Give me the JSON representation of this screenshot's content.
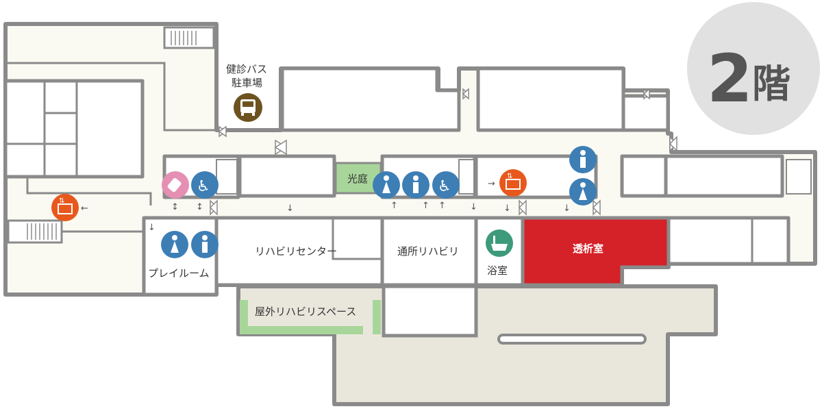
{
  "floor": {
    "number": "2",
    "kanji": "階"
  },
  "labels": {
    "bus_parking_line1": "健診バス",
    "bus_parking_line2": "駐車場",
    "courtyard": "光庭",
    "rehab_center": "リハビリセンター",
    "day_rehab": "通所リハビリ",
    "bathroom": "浴室",
    "dialysis": "透析室",
    "playroom": "プレイルーム",
    "outdoor_rehab": "屋外リハビリスペース"
  },
  "icons": {
    "bus": "bus-icon",
    "elevator": "elevator-icon",
    "nursing": "baby-bottle-icon",
    "accessible": "wheelchair-icon",
    "female": "female-toilet-icon",
    "male": "male-toilet-icon",
    "bath": "bathtub-icon"
  },
  "colors": {
    "dialysis": "#d52128",
    "courtyard": "#a8d69a",
    "toilet": "#3d7eb5",
    "elevator": "#e8581c",
    "nursing": "#e58fb3",
    "bus": "#6d5220",
    "bath": "#3d9a7a",
    "outdoor": "#e9e7dc",
    "wall": "#8a8a8a"
  }
}
